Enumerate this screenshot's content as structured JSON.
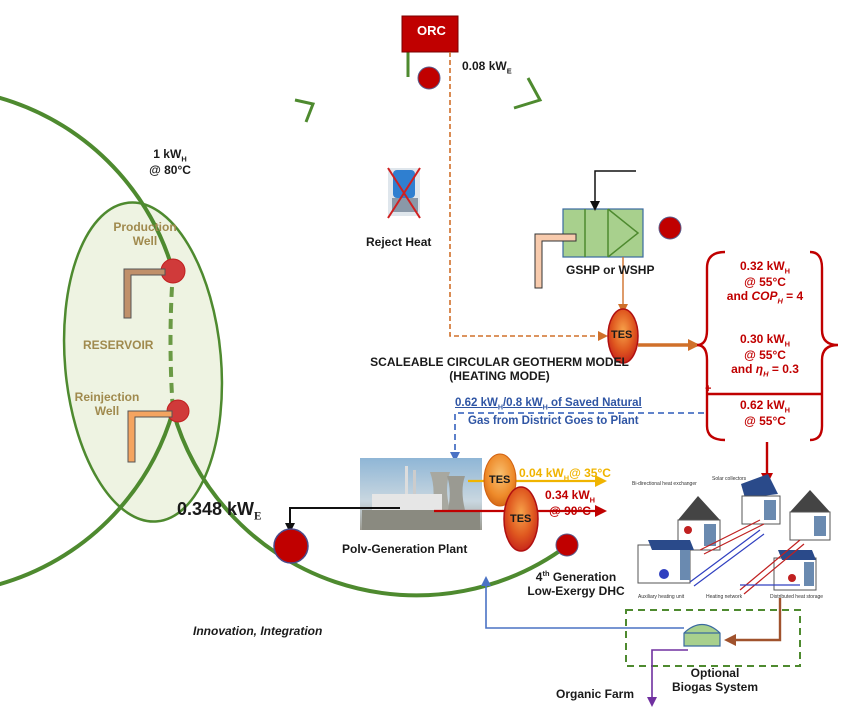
{
  "title": "SCALEABLE CIRCULAR GEOTHERM MODEL",
  "subtitle": "(HEATING MODE)",
  "tagline": "Innovation, Integration",
  "orc": {
    "label": "ORC",
    "output_value": "0.08 kW",
    "output_sub": "E"
  },
  "source": {
    "value": "1 kW",
    "sub": "H",
    "temp": "@ 80°C"
  },
  "reservoir": {
    "label": "RESERVOIR",
    "production_well": [
      "Production",
      "Well"
    ],
    "reinjection_well": [
      "Reinjection",
      "Well"
    ]
  },
  "reject_heat": {
    "label": "Reject Heat",
    "icon": "cooling-tower-crossed-icon"
  },
  "heat_pump": {
    "label": "GSHP or WSHP"
  },
  "tes_label": "TES",
  "bracket": {
    "line1": {
      "value": "0.32 kW",
      "sub": "H",
      "temp": "@ 55°C",
      "note_prefix": "and ",
      "note_var": "COP",
      "note_sub": "H",
      "note_suffix": " = 4"
    },
    "line2": {
      "value": "0.30 kW",
      "sub": "H",
      "temp": "@ 55°C",
      "note_prefix": "and ",
      "note_var": "η",
      "note_sub": "H",
      "note_suffix": " = 0.3"
    },
    "plus": "+",
    "total": {
      "value": "0.62 kW",
      "sub": "H",
      "temp": "@ 55°C"
    }
  },
  "saved_gas": {
    "line1_a": "0.62 kW",
    "line1_sub_a": "H",
    "line1_b": "/0.8 kW",
    "line1_sub_b": "H",
    "line1_c": " of Saved Natural",
    "line2": "Gas from District Goes to Plant"
  },
  "plant": {
    "label": "Polv-Generation Plant",
    "electric_value": "0.348 kW",
    "electric_sub": "E",
    "low_heat": {
      "value": "0.04 kW",
      "sub": "H",
      "temp": "@ 35°C"
    },
    "high_heat": {
      "value": "0.34 kW",
      "sub": "H",
      "temp": "@ 90°C"
    }
  },
  "dhc": {
    "line1_prefix": "4",
    "line1_sup": "th",
    "line1_suffix": " Generation",
    "line2": "Low-Exergy DHC"
  },
  "dhc_illustration": {
    "labels": [
      "Bi-directional heat exchanger",
      "Solar collectors",
      "Auxiliary heating unit",
      "Heating network",
      "Distributed heat storage"
    ]
  },
  "biogas": {
    "line1": "Optional",
    "line2": "Biogas System"
  },
  "organic_farm": "Organic Farm",
  "colors": {
    "loop": "#4e8a2f",
    "node": "#c00000",
    "orc": "#c00000",
    "bracket": "#c00000",
    "blue_flow": "#2f55a4",
    "orange_flow": "#d0702a",
    "gold_flow": "#f0b400",
    "reservoir_fill": "#eef3e2",
    "purple_flow": "#7030a0",
    "brown_flow": "#a0522d"
  }
}
